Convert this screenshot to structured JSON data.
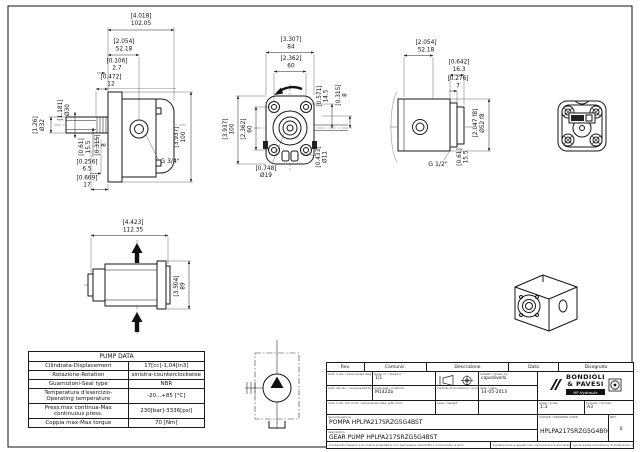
{
  "page": {
    "bg": "#ffffff",
    "line_color": "#1a1a1a"
  },
  "pump_table": {
    "title": "PUMP DATA",
    "rows": [
      {
        "label": "Cilindrata-Displacement",
        "value": "17[cc]-1,04[in3]"
      },
      {
        "label": "Rotazione-Rotation",
        "value": "sinistra-counterclockwise"
      },
      {
        "label": "Guarnizioni-Seal type",
        "value": "NBR"
      },
      {
        "label": "Temperatura d'esercizio-Operating temperature",
        "value": "-20...+85 [°C]"
      },
      {
        "label": "Press.max continua-Max continuous press.",
        "value": "230[bar]-3336[psi]"
      },
      {
        "label": "Coppia max-Max torque",
        "value": "70 [Nm]"
      }
    ]
  },
  "dims": {
    "sl": [
      [
        "[4.018]",
        "102.05"
      ],
      [
        "[2.054]",
        "52.18"
      ],
      [
        "[0.106]",
        "2.7"
      ],
      [
        "[0.472]",
        "12"
      ],
      [
        "[1.26]",
        "Ø32"
      ],
      [
        "[1.181]",
        "Ø30"
      ],
      [
        "[0.61]",
        "15.5"
      ],
      [
        "[0.315]",
        "8"
      ],
      [
        "[3.937]",
        "100"
      ],
      [
        "[0.256]",
        "6.5"
      ],
      [
        "[0.669]",
        "17"
      ]
    ],
    "sl_port": "G 3/4\"",
    "fr": [
      [
        "[3.307]",
        "84"
      ],
      [
        "[2.362]",
        "60"
      ],
      [
        "[0.571]",
        "14.5"
      ],
      [
        "[0.315]",
        "8"
      ],
      [
        "[3.937]",
        "100"
      ],
      [
        "[2.362]",
        "60"
      ],
      [
        "[0.748]",
        "Ø19"
      ],
      [
        "[0.433]",
        "Ø11"
      ]
    ],
    "sr": [
      [
        "[2.054]",
        "52.18"
      ],
      [
        "[0.642]",
        "16.3"
      ],
      [
        "[0.276]",
        "7"
      ],
      [
        "[2.047 f8]",
        "Ø52 f8"
      ],
      [
        "[0.61]",
        "15.5"
      ]
    ],
    "sr_port": "G 1/2\"",
    "bt": [
      [
        "[4.423]",
        "112.35"
      ],
      [
        "[3.504]",
        "89"
      ]
    ]
  },
  "title_block": {
    "headers": [
      "Rev.",
      "Comunic.",
      "Descrizione",
      "Data",
      "Disegnato"
    ],
    "supersedes_label": "sost. il dis. / supersedes dwg.",
    "sheet_label": "foglio n° / sheet n°",
    "sheet_value": "1/1",
    "superseded_label": "sost. dal dis. / superseded by dwg.",
    "material_label": "materiale / material",
    "material_value": "M1422b",
    "projection_label": "metodo di proiezione / projection",
    "mod_label": "sost. il dis. con mod. / supersedes dwg. with mod.",
    "weight_label": "peso / weight",
    "drawn_label": "redatto / drawn by",
    "drawn_value": "capodiverb",
    "date_label": "data / date",
    "date_value": "14-05-2013",
    "scale_label": "scala / scale",
    "scale_value": "1:3",
    "format_label": "formato / format",
    "format_value": "A3",
    "code_label": "CODICE / DRAWING CODE",
    "code_value": "HPLPA217SRZG5G4B00",
    "rev_label": "REV.",
    "rev_value": "0",
    "title_it_label": "denominazione",
    "title_it": "POMPA HPLPA217SRZG5G4BST",
    "title_en_label": "description",
    "title_en": "GEAR PUMP HPLPA217SRZG5G4BST",
    "footer_left": "Il presente disegno è di nostra proprietà e non può essere riprodotto o comunicato a terzi",
    "footer_mid": "togliere bave e spigoli vivi / remove burrs and sharp edges",
    "footer_right": "quote senza indicazione di tolleranza / general tolerances",
    "logo": {
      "line1": "BONDIOLI",
      "line2": "& PAVESI",
      "banner": "HP Hydraulic"
    }
  }
}
